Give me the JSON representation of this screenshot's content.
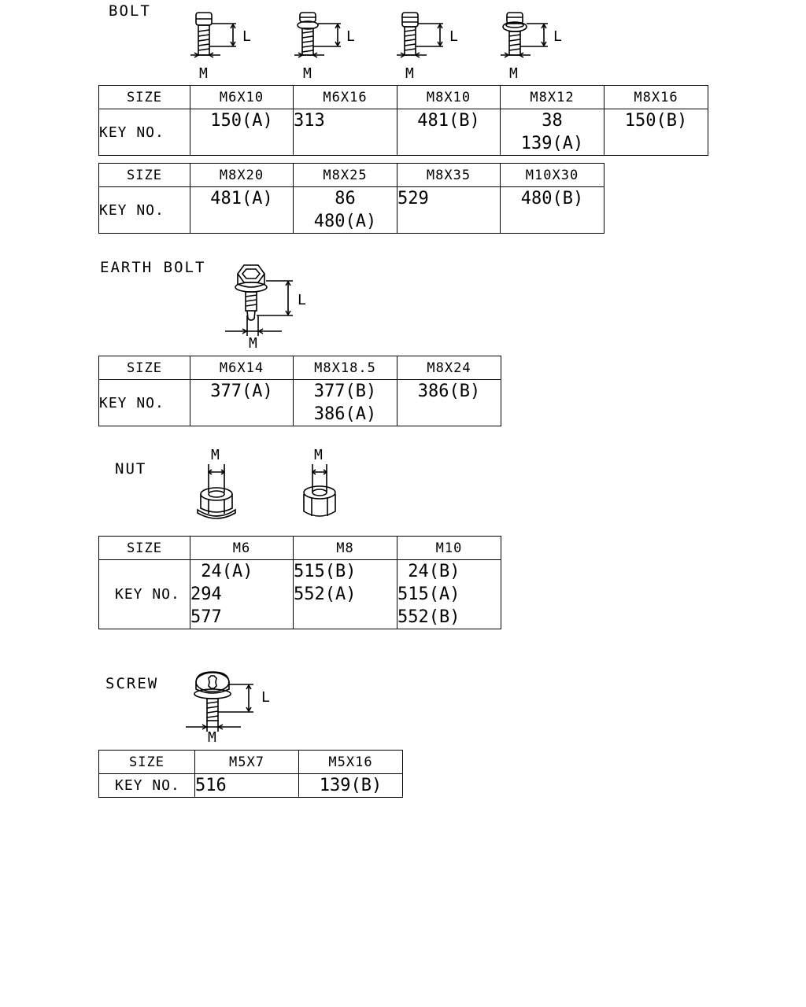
{
  "sections": {
    "bolt": {
      "title": "BOLT",
      "dim_length": "L",
      "dim_diameter": "M",
      "table1": {
        "size_label": "SIZE",
        "key_label": "KEY NO.",
        "sizes": [
          "M6X10",
          "M6X16",
          "M8X10",
          "M8X12",
          "M8X16"
        ],
        "keys": [
          [
            "150(A)"
          ],
          [
            "313"
          ],
          [
            "481(B)"
          ],
          [
            "38",
            "139(A)"
          ],
          [
            "150(B)"
          ]
        ]
      },
      "table2": {
        "size_label": "SIZE",
        "key_label": "KEY NO.",
        "sizes": [
          "M8X20",
          "M8X25",
          "M8X35",
          "M10X30"
        ],
        "keys": [
          [
            "481(A)"
          ],
          [
            "86",
            "480(A)"
          ],
          [
            "529"
          ],
          [
            "480(B)"
          ]
        ]
      }
    },
    "earth_bolt": {
      "title": "EARTH BOLT",
      "dim_length": "L",
      "dim_diameter": "M",
      "table": {
        "size_label": "SIZE",
        "key_label": "KEY NO.",
        "sizes": [
          "M6X14",
          "M8X18.5",
          "M8X24"
        ],
        "keys": [
          [
            "377(A)"
          ],
          [
            "377(B)",
            "386(A)"
          ],
          [
            "386(B)"
          ]
        ]
      }
    },
    "nut": {
      "title": "NUT",
      "dim_diameter": "M",
      "table": {
        "size_label": "SIZE",
        "key_label": "KEY NO.",
        "sizes": [
          "M6",
          "M8",
          "M10"
        ],
        "keys": [
          [
            " 24(A)",
            "294",
            "577"
          ],
          [
            "515(B)",
            "552(A)"
          ],
          [
            " 24(B)",
            "515(A)",
            "552(B)"
          ]
        ]
      }
    },
    "screw": {
      "title": "SCREW",
      "dim_length": "L",
      "dim_diameter": "M",
      "table": {
        "size_label": "SIZE",
        "key_label": "KEY NO.",
        "sizes": [
          "M5X7",
          "M5X16"
        ],
        "keys": [
          [
            "516"
          ],
          [
            "139(B)"
          ]
        ]
      }
    }
  }
}
